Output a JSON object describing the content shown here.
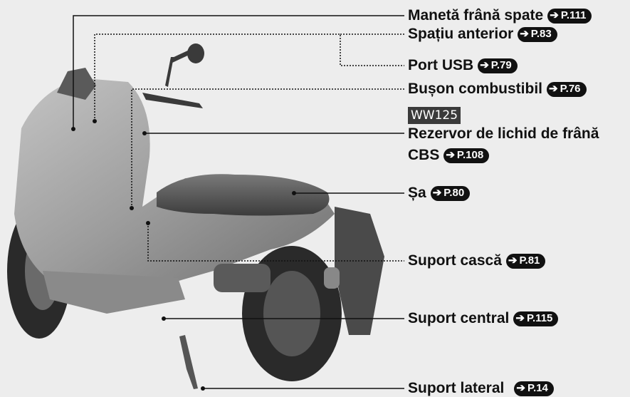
{
  "labels": [
    {
      "text": "Manetă frână spate",
      "ref": "P.111"
    },
    {
      "text": "Spațiu anterior",
      "ref": "P.83"
    },
    {
      "text": "Port USB",
      "ref": "P.79"
    },
    {
      "text": "Bușon combustibil",
      "ref": "P.76"
    },
    {
      "text_line1": "Rezervor de lichid de frână",
      "text_line2": "CBS",
      "ref": "P.108"
    },
    {
      "text": "Șa",
      "ref": "P.80"
    },
    {
      "text": "Suport cască",
      "ref": "P.81"
    },
    {
      "text": "Suport central",
      "ref": "P.115"
    },
    {
      "text": "Suport lateral",
      "ref": "P.14"
    }
  ],
  "variant_tag": "WW125",
  "colors": {
    "background": "#ededed",
    "ref_badge": "#111111",
    "scooter_body": "#9a9a9a",
    "tag_bg": "#3a3a3a"
  },
  "icons": {
    "ref_arrow": "right-arrow-icon"
  }
}
